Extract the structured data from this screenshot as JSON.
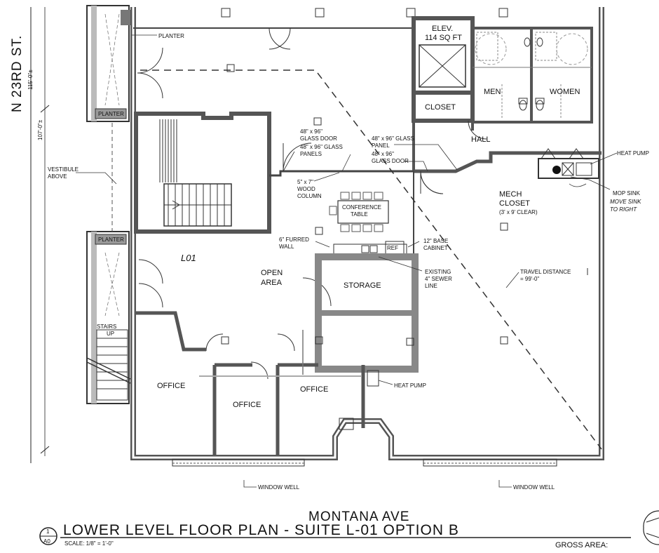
{
  "street_left": "N 23RD ST.",
  "street_bottom": "MONTANA AVE",
  "title": "LOWER LEVEL FLOOR PLAN - SUITE L-01 OPTION B",
  "scale": "SCALE: 1/8\" = 1'-0\"",
  "detail_number": "1",
  "sheet_number": "A0",
  "gross_area": "GROSS AREA:",
  "dims": {
    "top": "115'-0\"±",
    "lower": "107'-0\"±"
  },
  "rooms": {
    "elevator": "ELEV.",
    "elevator_area": "114 SQ FT",
    "closet": "CLOSET",
    "men": "MEN",
    "women": "WOMEN",
    "hall": "HALL",
    "mech_closet": "MECH",
    "mech_closet_2": "CLOSET",
    "mech_clear": "(3' x 9' CLEAR)",
    "suite": "L01",
    "open_area": "OPEN",
    "open_area_2": "AREA",
    "storage": "STORAGE",
    "office_1": "OFFICE",
    "office_2": "OFFICE",
    "office_3": "OFFICE",
    "conference": "CONFERENCE",
    "conference_2": "TABLE",
    "ref": "REF",
    "stairs_up": "STAIRS",
    "stairs_up_2": "UP"
  },
  "notes": {
    "planter_1": "PLANTER",
    "planter_2": "PLANTER",
    "planter_3": "PLANTER",
    "vestibule": "VESTIBULE",
    "vestibule_2": "ABOVE",
    "glass_door_1": "48\" x 96\"",
    "glass_door_1b": "GLASS DOOR",
    "glass_panels": "48\" x 96\" GLASS",
    "glass_panels_b": "PANELS",
    "wood_column": "5\" x 7\"",
    "wood_column_b": "WOOD",
    "wood_column_c": "COLUMN",
    "glass_panel": "48\" x 96\" GLASS",
    "glass_panel_b": "PANEL",
    "glass_door_2": "48\" x 96\"",
    "glass_door_2b": "GLASS DOOR",
    "heat_pump_1": "HEAT PUMP",
    "mop_sink": "MOP SINK",
    "mop_note": "MOVE SINK",
    "mop_note_2": "TO RIGHT",
    "furred_wall": "6\" FURRED",
    "furred_wall_b": "WALL",
    "base_cabinet": "12\" BASE",
    "base_cabinet_b": "CABINET",
    "sewer": "EXISTING",
    "sewer_b": "4\" SEWER",
    "sewer_c": "LINE",
    "travel": "TRAVEL DISTANCE",
    "travel_b": "= 99'-0\"",
    "heat_pump_2": "HEAT PUMP",
    "window_well_1": "WINDOW WELL",
    "window_well_2": "WINDOW WELL"
  }
}
